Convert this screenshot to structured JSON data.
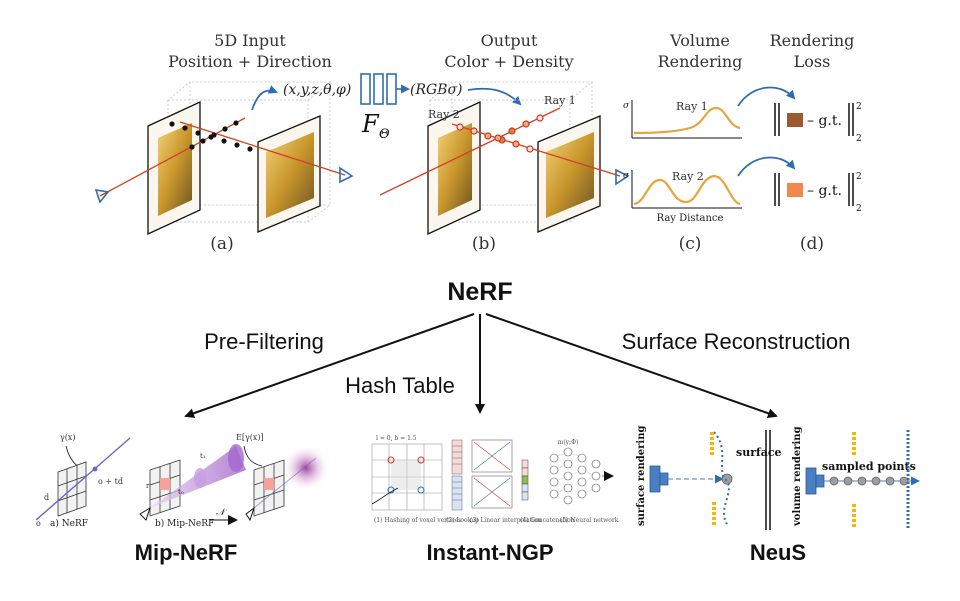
{
  "nerf_pipeline": {
    "panel_a": {
      "heading_line1": "5D Input",
      "heading_line2": "Position + Direction",
      "tuple": "(x,y,z,θ,φ)",
      "letter": "(a)"
    },
    "network": {
      "symbol": "F",
      "subscript": "Θ"
    },
    "panel_b": {
      "heading_line1": "Output",
      "heading_line2": "Color + Density",
      "tuple": "(RGBσ)",
      "ray1": "Ray 1",
      "ray2": "Ray 2",
      "letter": "(b)"
    },
    "panel_c": {
      "heading_line1": "Volume",
      "heading_line2": "Rendering",
      "ray1": "Ray 1",
      "ray2": "Ray 2",
      "sigma": "σ",
      "x_axis": "Ray Distance",
      "letter": "(c)"
    },
    "panel_d": {
      "heading_line1": "Rendering",
      "heading_line2": "Loss",
      "gt": "– g.t.",
      "exponent": "2",
      "subscript": "2",
      "color1": "#9c5a2e",
      "color2": "#f0894a",
      "letter": "(d)"
    }
  },
  "tree": {
    "root": "NeRF",
    "branches": [
      {
        "edge_label": "Pre-Filtering",
        "method": "Mip-NeRF"
      },
      {
        "edge_label": "Hash Table",
        "method": "Instant-NGP"
      },
      {
        "edge_label": "Surface Reconstruction",
        "method": "NeuS"
      }
    ]
  },
  "mipnerf_figure": {
    "gamma": "γ(x)",
    "ray": "o + td",
    "d": "d",
    "o": "o",
    "expect": "E[γ(x)]",
    "normal": "𝒩",
    "t0": "t₀",
    "t1": "t₁",
    "r": "r",
    "caption_a": "a) NeRF",
    "caption_b": "b) Mip-NeRF"
  },
  "ngp_figure": {
    "captions": [
      "(1) Hashing of voxel vertices",
      "(2) Lookup",
      "(3) Linear interpolation",
      "(4) Concatenation",
      "(5) Neural network"
    ],
    "top_label": "l = 0,  b = 1.5",
    "right_label": "m(y;Φ)"
  },
  "neus_figure": {
    "surface_rendering": "surface rendering",
    "surface": "surface",
    "volume_rendering": "volume rendering",
    "sampled_points": "sampled points",
    "accent": "#4a7fc1",
    "highlight": "#f5b800"
  }
}
